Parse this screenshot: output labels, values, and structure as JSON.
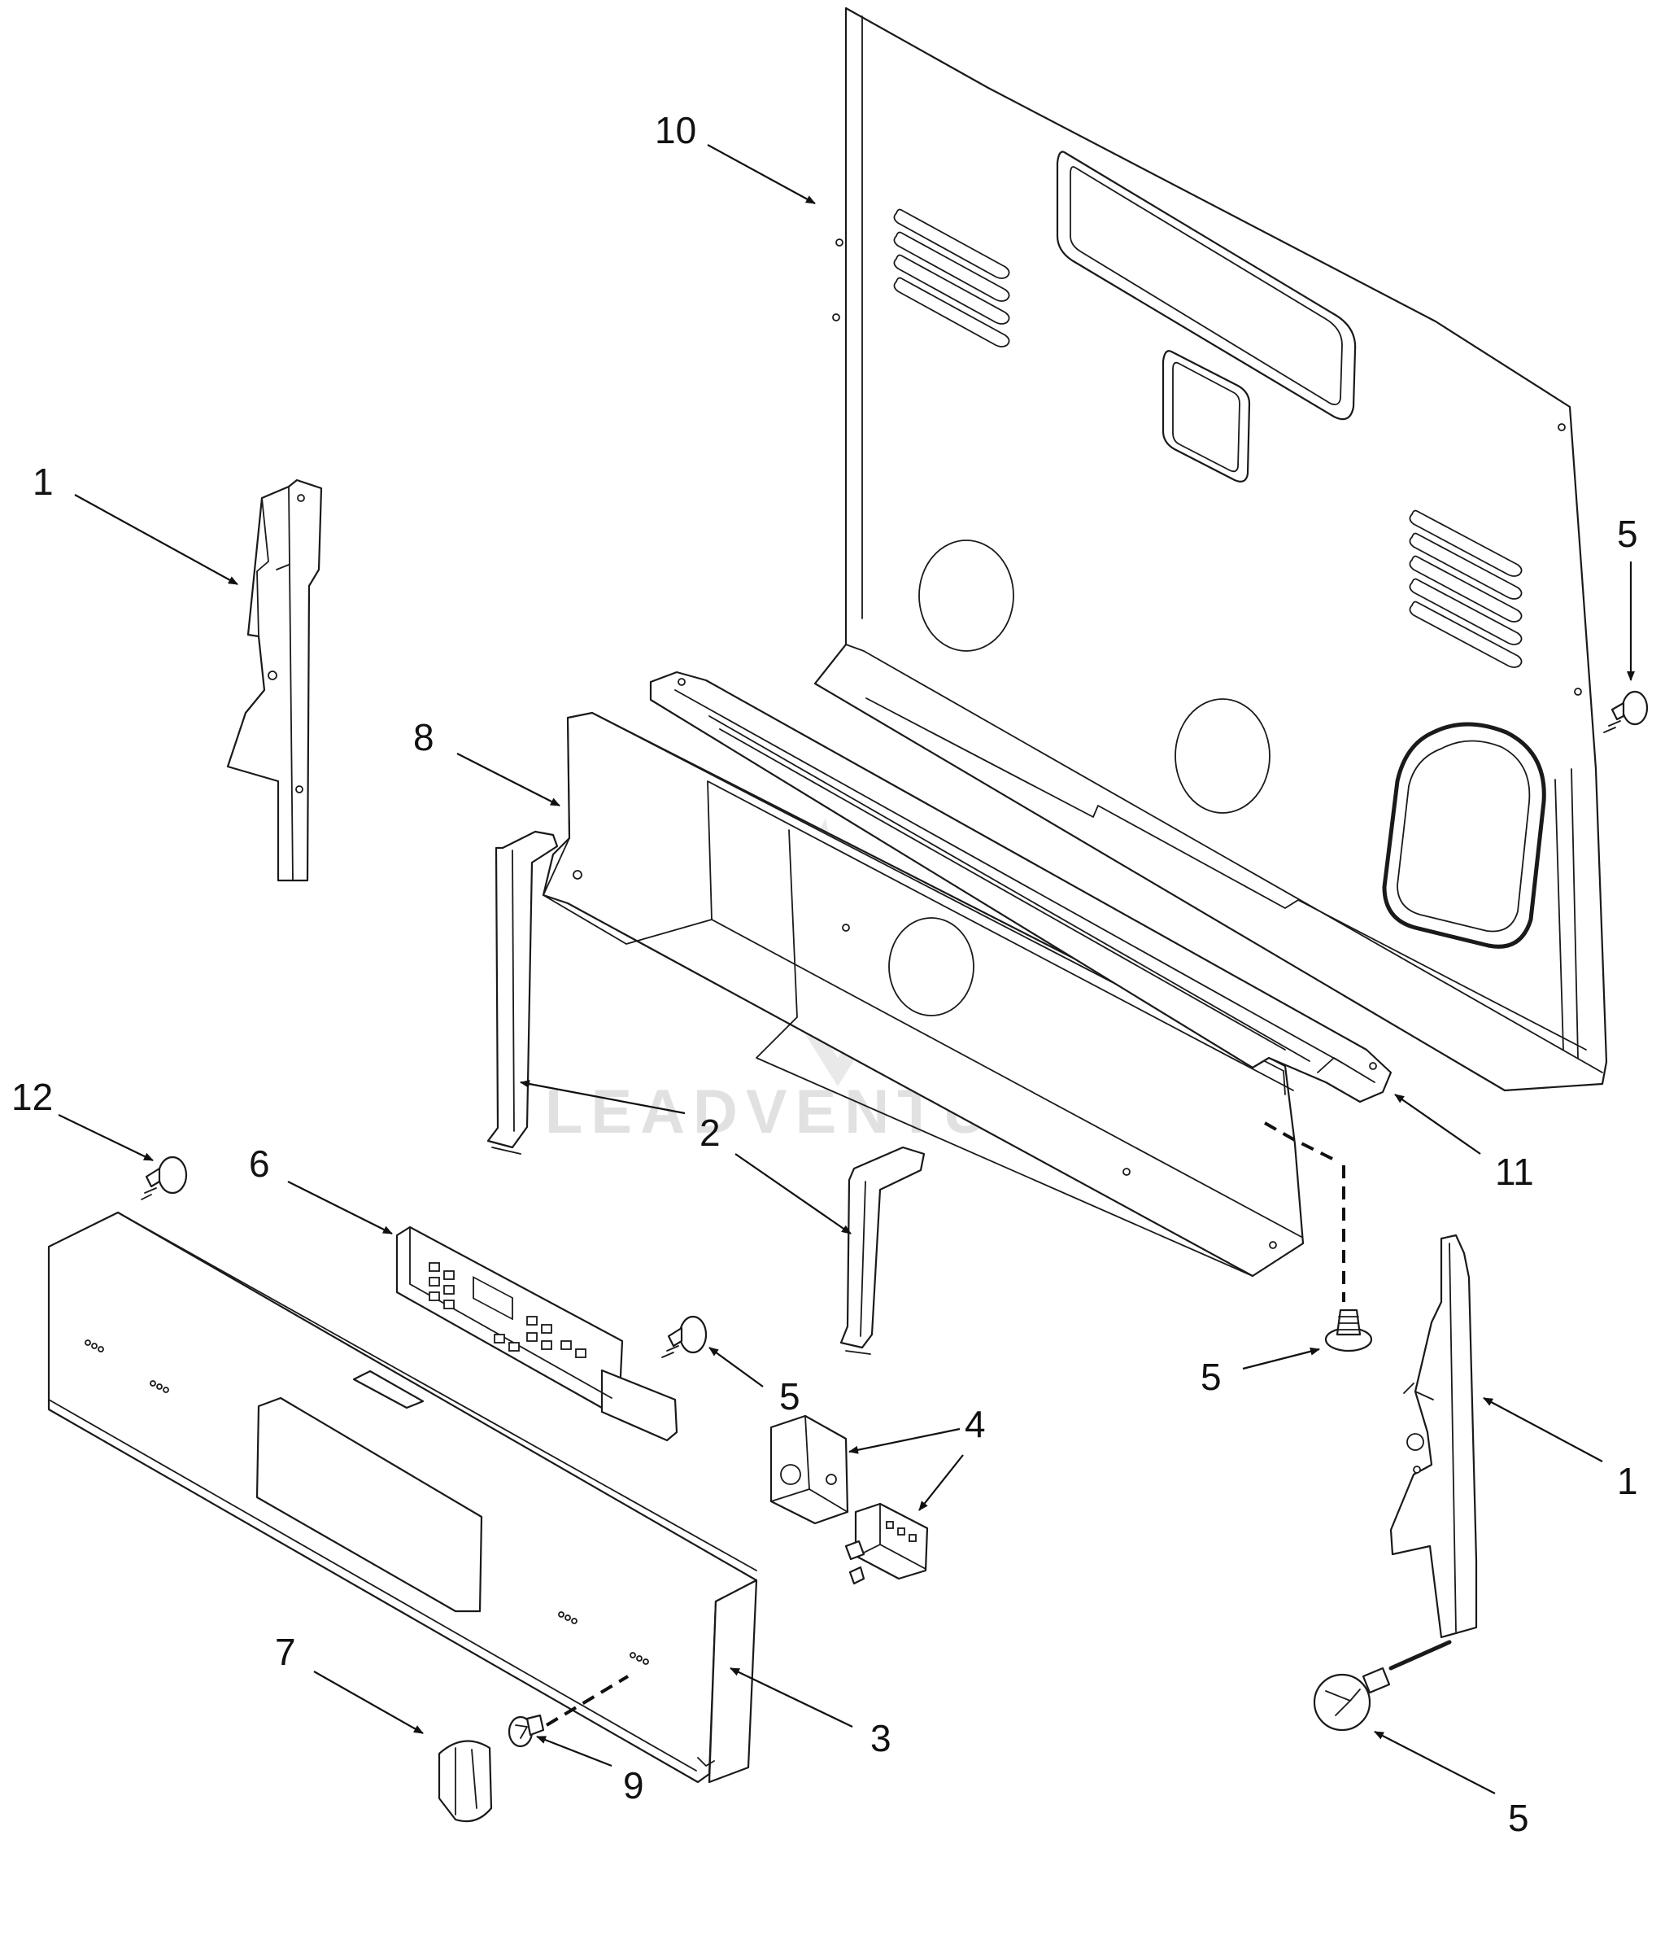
{
  "watermark": {
    "text": "LEADVENTURE"
  },
  "callouts": [
    {
      "id": "callout-10",
      "label": "10"
    },
    {
      "id": "callout-1-left",
      "label": "1"
    },
    {
      "id": "callout-5-right-top",
      "label": "5"
    },
    {
      "id": "callout-8",
      "label": "8"
    },
    {
      "id": "callout-12",
      "label": "12"
    },
    {
      "id": "callout-2",
      "label": "2"
    },
    {
      "id": "callout-11",
      "label": "11"
    },
    {
      "id": "callout-6",
      "label": "6"
    },
    {
      "id": "callout-5-center",
      "label": "5"
    },
    {
      "id": "callout-5-mid",
      "label": "5"
    },
    {
      "id": "callout-4",
      "label": "4"
    },
    {
      "id": "callout-1-right",
      "label": "1"
    },
    {
      "id": "callout-7",
      "label": "7"
    },
    {
      "id": "callout-3",
      "label": "3"
    },
    {
      "id": "callout-9",
      "label": "9"
    },
    {
      "id": "callout-5-bottom",
      "label": "5"
    }
  ]
}
